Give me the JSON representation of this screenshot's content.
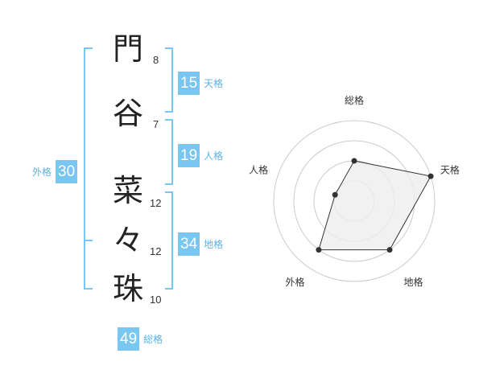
{
  "name": {
    "characters": [
      {
        "char": "門",
        "strokes": "8"
      },
      {
        "char": "谷",
        "strokes": "7"
      },
      {
        "char": "菜",
        "strokes": "12"
      },
      {
        "char": "々",
        "strokes": "12"
      },
      {
        "char": "珠",
        "strokes": "10"
      }
    ]
  },
  "fortune": {
    "tenkaku": {
      "value": "15",
      "label": "天格"
    },
    "jinkaku": {
      "value": "19",
      "label": "人格"
    },
    "chikaku": {
      "value": "34",
      "label": "地格"
    },
    "gaikaku": {
      "value": "30",
      "label": "外格"
    },
    "soukaku": {
      "value": "49",
      "label": "総格"
    }
  },
  "chart_data": {
    "type": "radar",
    "axes": [
      "総格",
      "天格",
      "地格",
      "外格",
      "人格"
    ],
    "rings": 4,
    "values": [
      2,
      4,
      3,
      3,
      1
    ],
    "max": 4,
    "colors": {
      "fill": "#eeeeee",
      "stroke": "#333333",
      "point": "#333333",
      "grid": "#cccccc"
    }
  },
  "colors": {
    "accent": "#79c6f2",
    "bracket": "#79c6f2"
  }
}
